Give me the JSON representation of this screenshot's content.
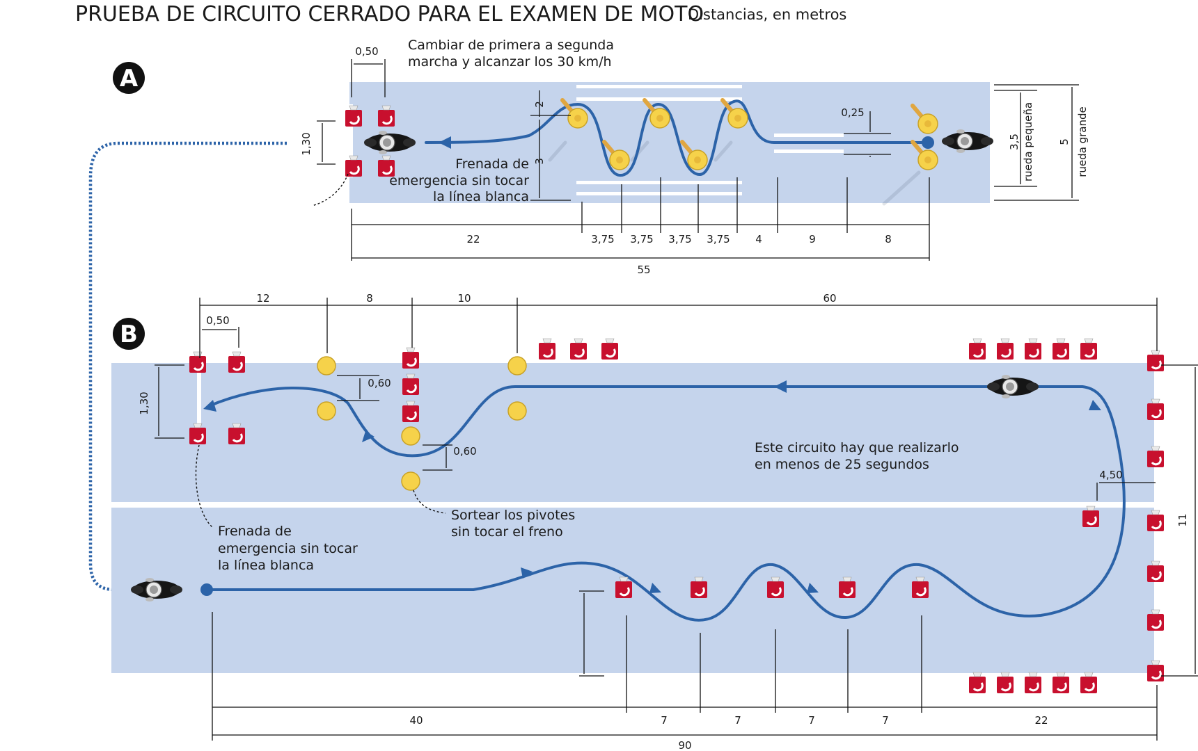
{
  "title": "PRUEBA DE CIRCUITO CERRADO PARA EL EXAMEN DE MOTO",
  "subtitle": "Distancias, en metros",
  "colors": {
    "track": "#c5d4ec",
    "path": "#2c63a8",
    "cone": "#c8102e",
    "pivot": "#f6d24a",
    "line": "#ffffff"
  },
  "icons": [
    "cone-icon",
    "pivot-icon",
    "motorcycle-icon",
    "arrow-icon",
    "start-dot-icon"
  ],
  "A": {
    "badge": "A",
    "note1": "Cambiar de primera a segunda",
    "note2": "marcha y alcanzar los 30 km/h",
    "brake1": "Frenada de",
    "brake2": "emergencia sin tocar",
    "brake3": "la línea blanca",
    "dims": {
      "entry_width": "0,50",
      "brake_height": "1,30",
      "top_offset": "2",
      "slalom_height": "3",
      "lane": "0,25",
      "small_wheel_value": "3,5",
      "small_wheel_label": "rueda pequeña",
      "big_wheel_value": "5",
      "big_wheel_label": "rueda grande",
      "seg_22": "22",
      "seg_s1": "3,75",
      "seg_s2": "3,75",
      "seg_s3": "3,75",
      "seg_s4": "3,75",
      "seg_4": "4",
      "seg_9": "9",
      "seg_8": "8",
      "total": "55"
    }
  },
  "B": {
    "badge": "B",
    "time_note1": "Este circuito hay que realizarlo",
    "time_note2": "en menos de 25 segundos",
    "pivot_note1": "Sortear los pivotes",
    "pivot_note2": "sin tocar el freno",
    "brake1": "Frenada de",
    "brake2": "emergencia sin tocar",
    "brake3": "la línea blanca",
    "dims": {
      "top_12": "12",
      "top_8": "8",
      "top_10": "10",
      "top_60": "60",
      "entry_width": "0,50",
      "brake_height": "1,30",
      "pivot_gap1": "0,60",
      "pivot_gap2": "0,60",
      "turn_width": "4,50",
      "total_height": "11",
      "bot_40": "40",
      "bot_7a": "7",
      "bot_7b": "7",
      "bot_7c": "7",
      "bot_7d": "7",
      "bot_22": "22",
      "total": "90"
    }
  }
}
